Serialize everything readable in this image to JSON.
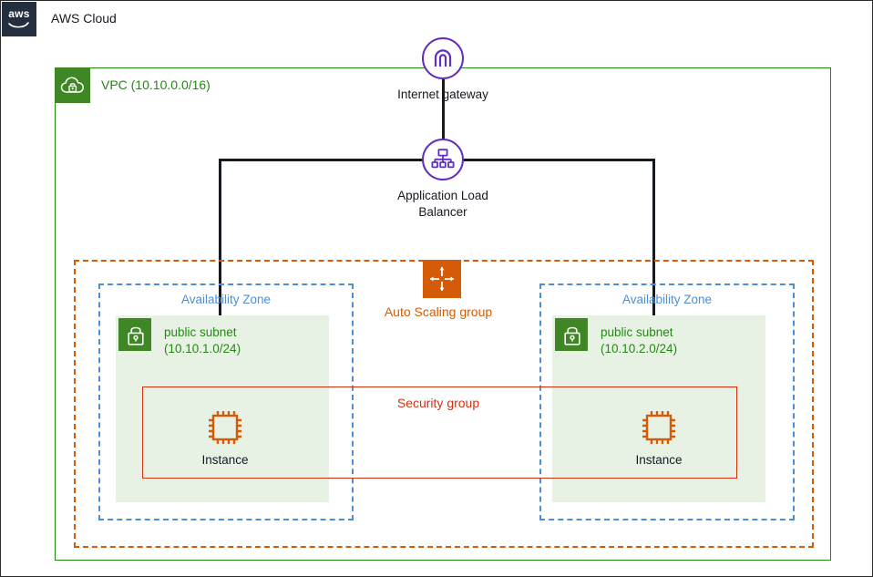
{
  "cloud": {
    "logo_text": "aws",
    "title": "AWS Cloud"
  },
  "vpc": {
    "label": "VPC (10.10.0.0/16)",
    "icon": "vpc-cloud-lock-icon",
    "color": "#248814"
  },
  "internet_gateway": {
    "label": "Internet gateway",
    "icon": "internet-gateway-icon",
    "color": "#5F2FBF"
  },
  "load_balancer": {
    "label_line1": "Application Load",
    "label_line2": "Balancer",
    "icon": "application-load-balancer-icon",
    "color": "#5F2FBF"
  },
  "auto_scaling_group": {
    "label": "Auto Scaling group",
    "icon": "auto-scaling-arrows-icon",
    "color": "#D45B07"
  },
  "security_group": {
    "label": "Security group",
    "color": "#D13212"
  },
  "availability_zones": [
    {
      "label": "Availability Zone",
      "color": "#4D8FD6",
      "subnet": {
        "name": "public subnet",
        "cidr": "(10.10.1.0/24)",
        "icon": "subnet-lock-icon"
      },
      "instance": {
        "label": "Instance",
        "icon": "ec2-instance-icon"
      }
    },
    {
      "label": "Availability Zone",
      "color": "#4D8FD6",
      "subnet": {
        "name": "public subnet",
        "cidr": "(10.10.2.0/24)",
        "icon": "subnet-lock-icon"
      },
      "instance": {
        "label": "Instance",
        "icon": "ec2-instance-icon"
      }
    }
  ]
}
